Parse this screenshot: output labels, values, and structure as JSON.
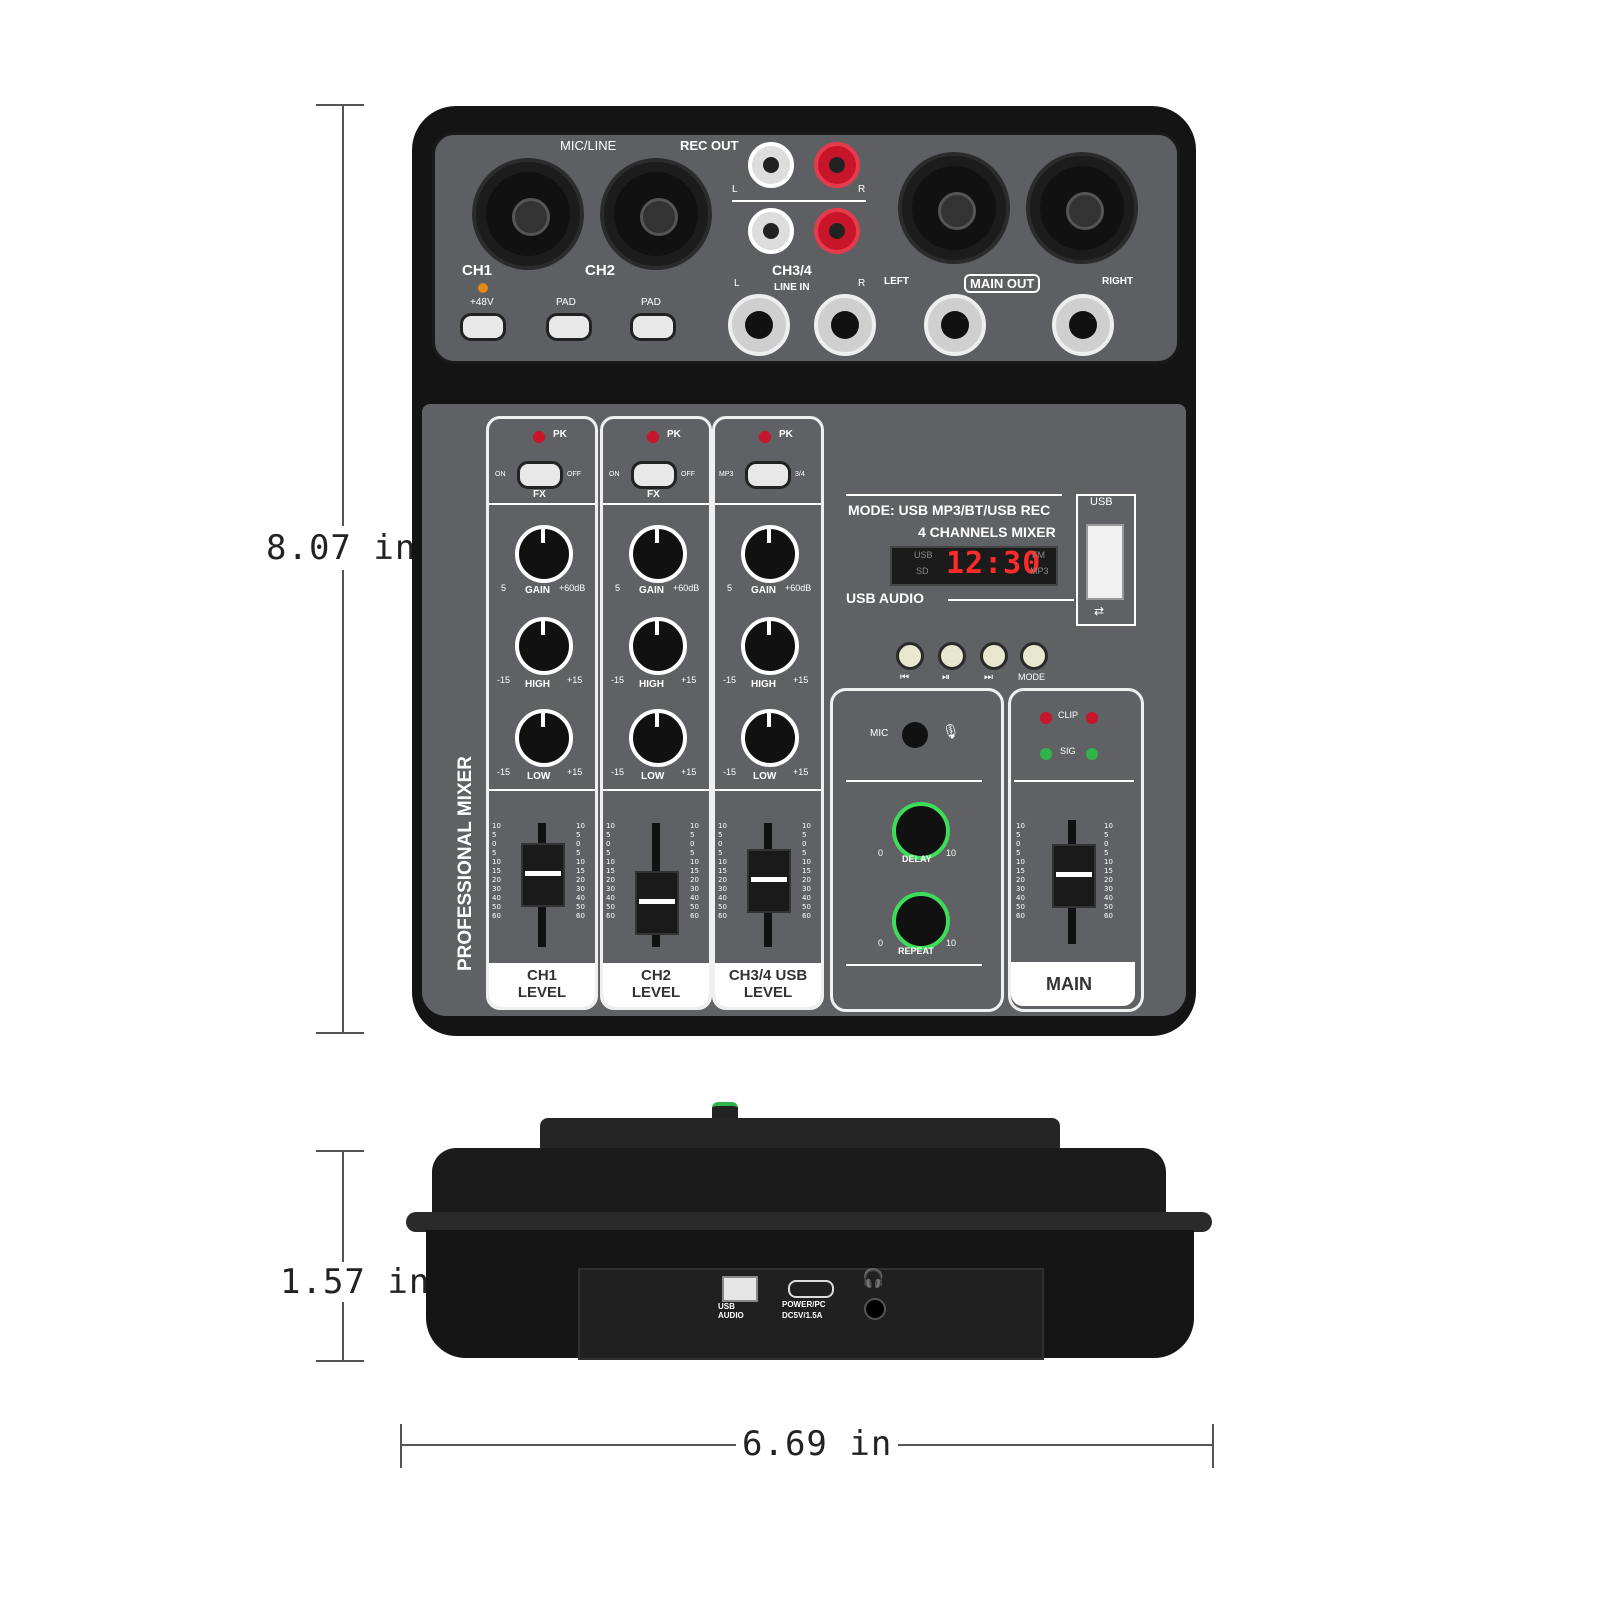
{
  "dimensions": {
    "height": "8.07 in",
    "depth": "1.57 in",
    "width": "6.69 in"
  },
  "top_panel": {
    "mic_line": "MIC/LINE",
    "rec_out": "REC OUT",
    "ch1": "CH1",
    "ch2": "CH2",
    "phantom": "+48V",
    "pad1": "PAD",
    "pad2": "PAD",
    "rec_l": "L",
    "rec_r": "R",
    "ch34": "CH3/4",
    "line_in": "LINE IN",
    "line_l": "L",
    "line_r": "R",
    "left": "LEFT",
    "main_out": "MAIN OUT",
    "right": "RIGHT"
  },
  "strips": [
    {
      "pk": "PK",
      "sw_left": "ON",
      "sw_right": "OFF",
      "fx": "FX",
      "gain": "GAIN",
      "gain_min": "5",
      "gain_max": "+60dB",
      "high": "HIGH",
      "low": "LOW",
      "eq_min": "-15",
      "eq_max": "+15",
      "foot1": "CH1",
      "foot2": "LEVEL"
    },
    {
      "pk": "PK",
      "sw_left": "ON",
      "sw_right": "OFF",
      "fx": "FX",
      "gain": "GAIN",
      "gain_min": "5",
      "gain_max": "+60dB",
      "high": "HIGH",
      "low": "LOW",
      "eq_min": "-15",
      "eq_max": "+15",
      "foot1": "CH2",
      "foot2": "LEVEL"
    },
    {
      "pk": "PK",
      "sw_left": "MP3",
      "sw_right": "3/4",
      "fx": "",
      "gain": "GAIN",
      "gain_min": "5",
      "gain_max": "+60dB",
      "high": "HIGH",
      "low": "LOW",
      "eq_min": "-15",
      "eq_max": "+15",
      "foot1": "CH3/4 USB",
      "foot2": "LEVEL"
    }
  ],
  "fader_scale": [
    "10",
    "5",
    "0",
    "5",
    "10",
    "15",
    "20",
    "30",
    "40",
    "50",
    "60"
  ],
  "brand": "PROFESSIONAL MIXER",
  "player": {
    "mode_line": "MODE: USB  MP3/BT/USB REC",
    "channels": "4 CHANNELS MIXER",
    "usb_label": "USB",
    "display_time": "12:30",
    "disp_usb": "USB",
    "disp_sd": "SD",
    "disp_fm": "FM",
    "disp_mp3": "MP3",
    "usb_audio": "USB AUDIO",
    "mode_btn": "MODE"
  },
  "fx_section": {
    "mic": "MIC",
    "delay": "DELAY",
    "repeat": "REPEAT",
    "min": "0",
    "max": "10"
  },
  "main_section": {
    "clip": "CLIP",
    "sig": "SIG",
    "main": "MAIN"
  },
  "side_view": {
    "usb_audio": "USB AUDIO",
    "power": "POWER/PC",
    "power_spec": "DC5V/1.5A"
  },
  "colors": {
    "panel": "#5f6164",
    "body": "#141414",
    "led_red": "#c8152a",
    "led_green": "#2fb34a",
    "led_orange": "#e08a1a",
    "display_red": "#ff2a2a",
    "knob_green": "#3ddc5a"
  }
}
